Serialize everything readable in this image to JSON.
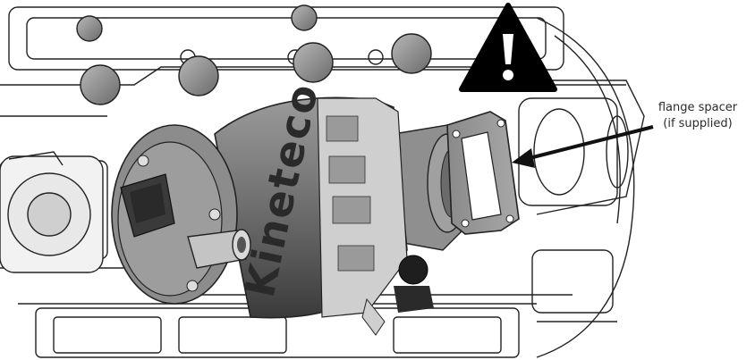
{
  "brand_text": "Kineteco",
  "callout": {
    "line1": "flange spacer",
    "line2": "(if supplied)"
  },
  "warning_icon": "warning-triangle-icon"
}
